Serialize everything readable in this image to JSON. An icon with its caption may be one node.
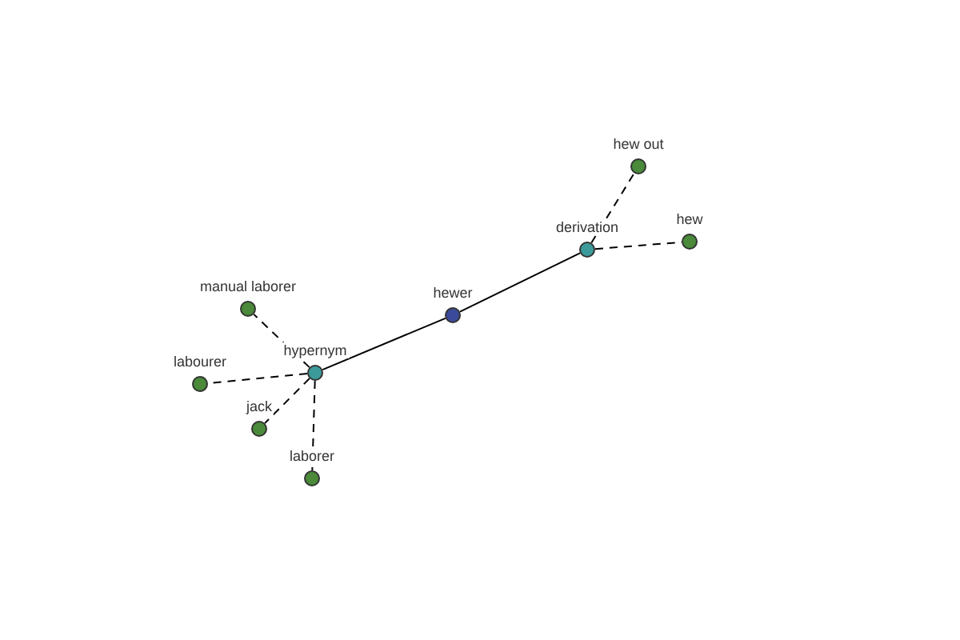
{
  "diagram": {
    "nodes": [
      {
        "text": [
          "hew out"
        ]
      },
      {
        "text": [
          "derivation"
        ]
      },
      {
        "text": [
          "hew"
        ]
      },
      {
        "text": [
          "manual laborer"
        ]
      },
      {
        "text": [
          "hewer"
        ]
      },
      {
        "text": [
          "hypernym"
        ]
      },
      {
        "text": [
          "labourer"
        ]
      },
      {
        "text": [
          "jack"
        ]
      },
      {
        "text": [
          "laborer"
        ]
      }
    ],
    "edges": [
      {
        "from": 4,
        "to": 1,
        "arrow": "none"
      },
      {
        "from": 4,
        "to": 5,
        "arrow": "none"
      },
      {
        "from": 1,
        "to": 0,
        "arrow": "none",
        "style": "dashed"
      },
      {
        "from": 1,
        "to": 2,
        "arrow": "none",
        "style": "dashed"
      },
      {
        "from": 5,
        "to": 3,
        "arrow": "none",
        "style": "dashed"
      },
      {
        "from": 5,
        "to": 6,
        "arrow": "none",
        "style": "dashed"
      },
      {
        "from": 5,
        "to": 7,
        "arrow": "none",
        "style": "dashed"
      },
      {
        "from": 5,
        "to": 8,
        "arrow": "none",
        "style": "dashed"
      }
    ]
  }
}
